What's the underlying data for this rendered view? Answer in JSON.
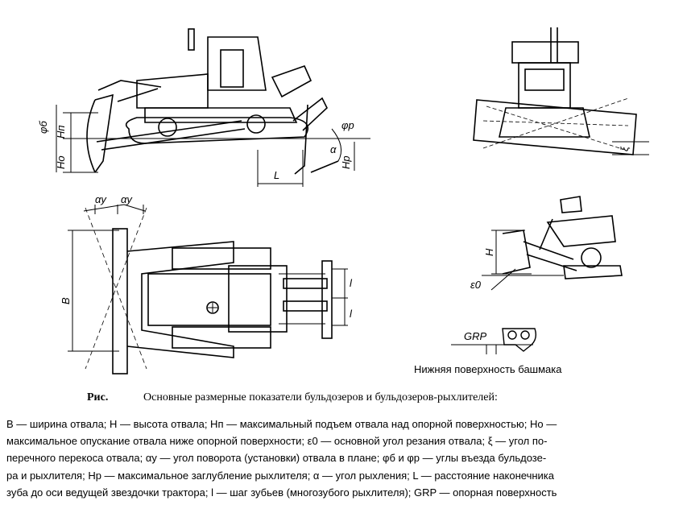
{
  "labels": {
    "phi_b": "φб",
    "h_p": "Hп",
    "h_o": "Ho",
    "phi_p": "φp",
    "alpha": "α",
    "h_p2": "Hp",
    "l_big": "L",
    "xi": "ξ",
    "alpha_y1": "αу",
    "alpha_y2": "αу",
    "b": "B",
    "l1": "l",
    "l2": "l",
    "h": "H",
    "eps0": "ε0",
    "grp": "GRP",
    "shoe_caption": "Нижняя поверхность башмака"
  },
  "caption": {
    "prefix": "Рис.",
    "title": "Основные размерные показатели бульдозеров и бульдозеров-рыхлителей:"
  },
  "legend_lines": [
    "B — ширина отвала; H — высота отвала; Hп — максимальный подъем отвала над опорной поверхностью; Ho —",
    "максимальное опускание отвала ниже опорной поверхности; ε0 — основной угол резания отвала; ξ — угол по-",
    "перечного перекоса отвала; αу — угол поворота (установки) отвала в плане; φб и φр — углы въезда бульдозе-",
    "ра и рыхлителя; Hр — максимальное заглубление рыхлителя; α — угол рыхления; L — расстояние наконечника",
    "зуба до оси ведущей звездочки трактора; l — шаг зубьев (многозубого рыхлителя); GRP — опорная поверхность"
  ]
}
